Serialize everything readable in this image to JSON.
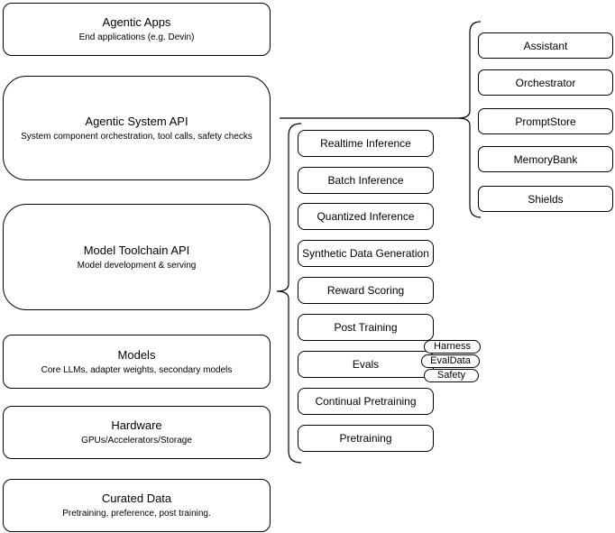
{
  "layers": [
    {
      "title": "Agentic Apps",
      "subtitle": "End applications (e.g. Devin)"
    },
    {
      "title": "Agentic System API",
      "subtitle": "System component orchestration, tool calls, safety checks"
    },
    {
      "title": "Model Toolchain API",
      "subtitle": "Model development & serving"
    },
    {
      "title": "Models",
      "subtitle": "Core LLMs, adapter weights, secondary models"
    },
    {
      "title": "Hardware",
      "subtitle": "GPUs/Accelerators/Storage"
    },
    {
      "title": "Curated Data",
      "subtitle": "Pretraining, preference, post training."
    }
  ],
  "toolchain": {
    "items": [
      "Realtime Inference",
      "Batch Inference",
      "Quantized Inference",
      "Synthetic Data Generation",
      "Reward Scoring",
      "Post Training",
      "Evals",
      "Continual Pretraining",
      "Pretraining"
    ]
  },
  "evals": {
    "tags": [
      "Harness",
      "EvalData",
      "Safety"
    ]
  },
  "system_components": {
    "items": [
      "Assistant",
      "Orchestrator",
      "PromptStore",
      "MemoryBank",
      "Shields"
    ]
  },
  "colors": {
    "stroke": "#000000",
    "background": "#ffffff",
    "text": "#000000"
  }
}
